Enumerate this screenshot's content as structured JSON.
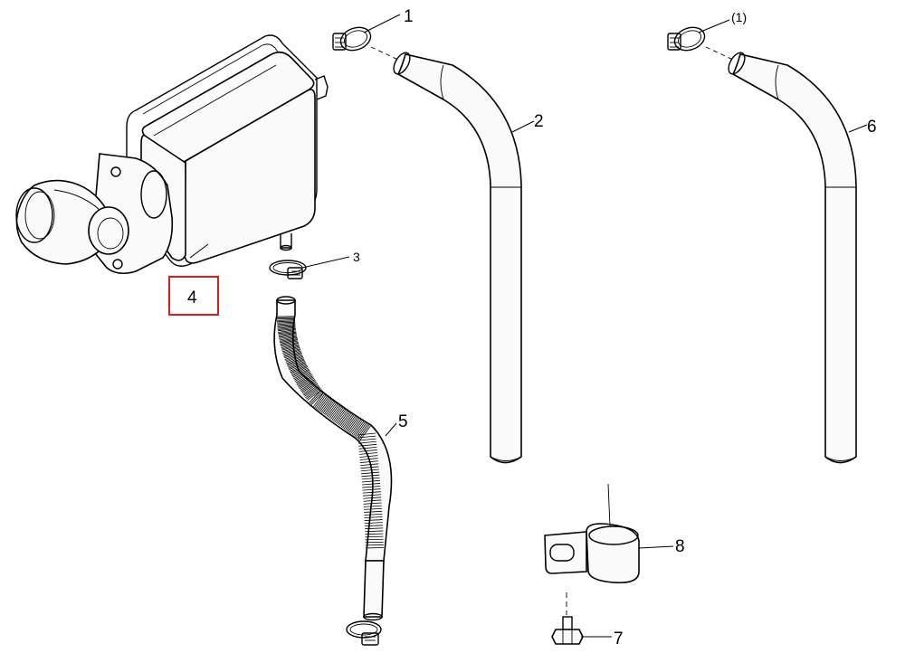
{
  "diagram": {
    "callouts": [
      {
        "id": "c1",
        "text": "1"
      },
      {
        "id": "c1b",
        "text": "(1)"
      },
      {
        "id": "c2",
        "text": "2"
      },
      {
        "id": "c3",
        "text": "3"
      },
      {
        "id": "c4",
        "text": "4"
      },
      {
        "id": "c5",
        "text": "5"
      },
      {
        "id": "c6",
        "text": "6"
      },
      {
        "id": "c7",
        "text": "7"
      },
      {
        "id": "c8",
        "text": "8"
      }
    ],
    "highlight": {
      "part": "4",
      "color": "#e01b1b"
    }
  }
}
